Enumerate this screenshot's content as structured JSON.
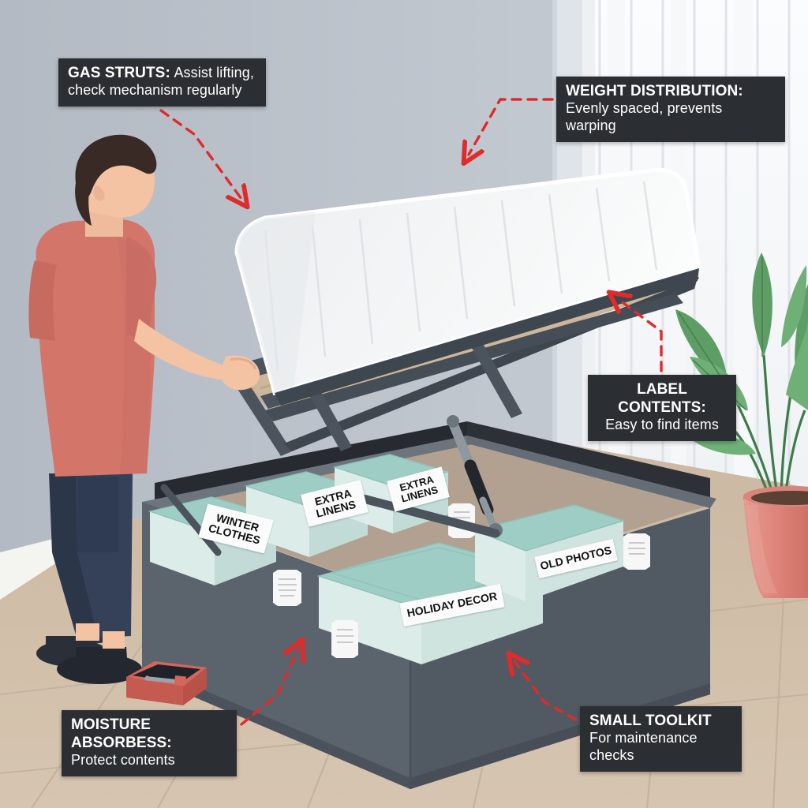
{
  "scene": {
    "title": "Ottoman storage bed with gas struts, lifted base and labelled storage boxes",
    "style": "flat vector illustration infographic"
  },
  "palette": {
    "wall": "#bcc3cb",
    "wall_right": "#e9edf1",
    "floor": "#ccb9a4",
    "floor_dark": "#c0ab95",
    "skirting": "#f2f2ef",
    "frame_dark": "#434a53",
    "frame_darker": "#343a42",
    "base_side": "#5b636d",
    "base_front": "#535b65",
    "interior": "#2d3137",
    "slat_wood": "#cdb79c",
    "mattress": "#f3f4f5",
    "box_body": "#dcece9",
    "box_lid": "#9ecdc6",
    "shirt": "#d4756a",
    "pants": "#2f3b52",
    "skin": "#f4c6a8",
    "hair": "#3a2a25",
    "accent_red": "#e02b2b",
    "callout_bg": "#2b2f33",
    "plant_green": "#5a9e63",
    "pot": "#e08a80",
    "toolbox": "#d4665c"
  },
  "callouts": [
    {
      "id": "gas-struts",
      "headline": "GAS STRUTS:",
      "body": "Assist lifting, check mechanism regularly",
      "position": "top-left"
    },
    {
      "id": "weight-distribution",
      "headline": "WEIGHT DISTRIBUTION:",
      "body": "Evenly spaced, prevents warping",
      "position": "top-right"
    },
    {
      "id": "label-contents",
      "headline": "LABEL CONTENTS:",
      "body": "Easy to find items",
      "position": "middle-right"
    },
    {
      "id": "moisture-absorbers",
      "headline": "MOISTURE ABSORBESS:",
      "body": "Protect contents",
      "position": "bottom-left"
    },
    {
      "id": "small-toolkit",
      "headline": "SMALL TOOLKIT",
      "body": "For maintenance checks",
      "position": "bottom-right"
    }
  ],
  "storage_boxes": [
    {
      "id": "winter-clothes",
      "label": "WINTER\nCLOTHES"
    },
    {
      "id": "extra-linens-1",
      "label": "EXTRA\nLINENS"
    },
    {
      "id": "extra-linens-2",
      "label": "EXTRA\nLINENS"
    },
    {
      "id": "holiday-decor",
      "label": "HOLIDAY DECOR"
    },
    {
      "id": "old-photos",
      "label": "OLD PHOTOS"
    }
  ],
  "objects": {
    "person": "man lifting bed base",
    "toolbox": "red toolbox with wrench",
    "plant": "potted leafy plant",
    "sachets": "moisture absorber sachets",
    "gas_strut": "gas strut piston",
    "window": "vertical blinds"
  },
  "arrows": [
    {
      "id": "arrow-gas-struts",
      "from": "gas-struts callout",
      "to": "mattress / strut area"
    },
    {
      "id": "arrow-weight-distribution",
      "from": "weight-distribution callout",
      "to": "slat area"
    },
    {
      "id": "arrow-label-contents",
      "from": "label-contents callout",
      "to": "bed frame edge"
    },
    {
      "id": "arrow-moisture",
      "from": "moisture callout",
      "to": "base side panel"
    },
    {
      "id": "arrow-toolkit",
      "from": "toolkit callout",
      "to": "base front panel"
    }
  ]
}
